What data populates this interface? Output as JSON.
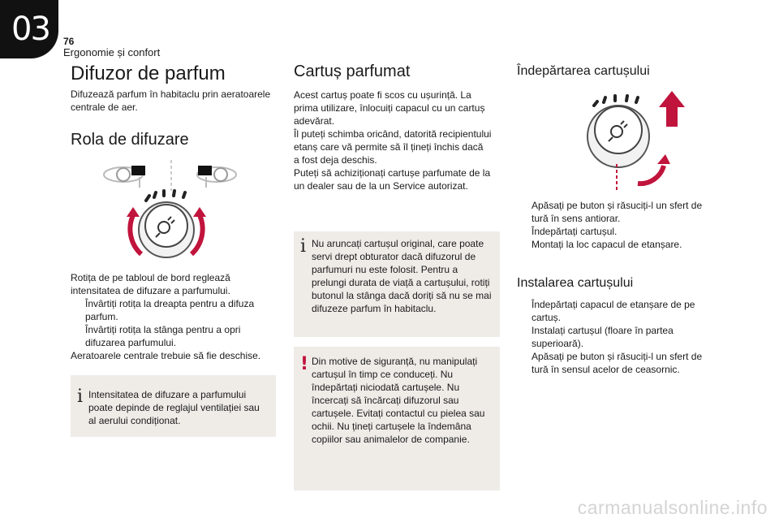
{
  "header": {
    "chapter_number": "03",
    "page_number": "76",
    "chapter_title": "Ergonomie și confort"
  },
  "col1": {
    "title": "Difuzor de parfum",
    "intro": [
      "Difuzează parfum în habitaclu prin aeratoarele",
      "centrale de aer."
    ],
    "section_title": "Rola de difuzare",
    "body": [
      "Rotița de pe tabloul de bord reglează",
      "intensitatea de difuzare a parfumului."
    ],
    "bullets": [
      [
        "Învârtiți rotița la dreapta pentru a difuza",
        "parfum."
      ],
      [
        "Învârtiți rotița la stânga pentru a opri",
        "difuzarea parfumului."
      ]
    ],
    "note": "Aeratoarele centrale trebuie să fie deschise.",
    "info_box": [
      "Intensitatea de difuzare a parfumului",
      "poate depinde de reglajul ventilației sau al",
      "aerului condiționat."
    ]
  },
  "col2": {
    "title": "Cartuș parfumat",
    "body": [
      "Acest cartuș poate fi scos cu ușurință. La",
      "prima utilizare, înlocuiți capacul cu un cartuș",
      "adevărat.",
      "Îl puteți schimba oricând, datorită recipientului",
      "etanș care vă permite să îl țineți închis dacă",
      "a fost deja deschis.",
      "Puteți să achiziționați cartușe parfumate de la",
      "un dealer sau de la un Service autorizat."
    ],
    "info_box": [
      "Nu aruncați cartușul original, care poate",
      "servi drept obturator dacă difuzorul de",
      "parfumuri nu este folosit.",
      "Pentru a prelungi durata de viață",
      "a cartușului, rotiți butonul la stânga dacă",
      "doriți să nu se mai difuzeze parfum în",
      "habitaclu."
    ],
    "warning_box": [
      "Din motive de siguranță, nu manipulați",
      "cartușul în timp ce conduceți.",
      "Nu îndepărtați niciodată cartușele.",
      "Nu încercați să încărcați difuzorul sau",
      "cartușele.",
      "Evitați contactul cu pielea sau ochii.",
      "Nu țineți cartușele la îndemâna copiilor",
      "sau animalelor de companie."
    ]
  },
  "col3": {
    "removal_title": "Îndepărtarea cartușului",
    "removal_bullets": [
      [
        "Apăsați pe buton și răsuciți-l un sfert de",
        "tură în sens antiorar."
      ],
      [
        "Îndepărtați cartușul."
      ],
      [
        "Montați la loc capacul de etanșare."
      ]
    ],
    "install_title": "Instalarea cartușului",
    "install_bullets": [
      [
        "Îndepărtați capacul de etanșare de pe",
        "cartuș."
      ],
      [
        "Instalați cartușul (floare în partea",
        "superioară)."
      ],
      [
        "Apăsați pe buton și răsuciți-l un sfert de",
        "tură în sensul acelor de ceasornic."
      ]
    ]
  },
  "symbols": {
    "bullet": "",
    "info": "i",
    "warning": "!"
  },
  "colors": {
    "accent": "#c0143c",
    "box_bg": "#efece8"
  },
  "watermark": "carmanualsonline.info"
}
